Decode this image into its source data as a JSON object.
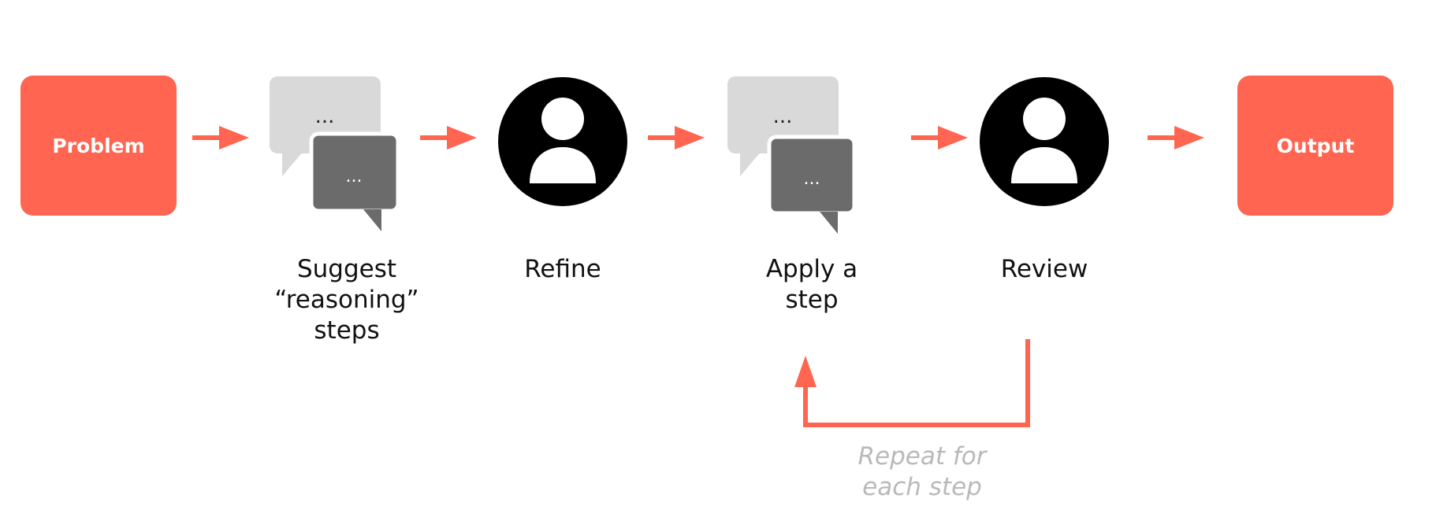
{
  "nodes": {
    "problem": {
      "label": "Problem"
    },
    "suggest": {
      "line1": "Suggest",
      "line2": "“reasoning”",
      "line3": "steps",
      "bubble_back": "...",
      "bubble_front": "..."
    },
    "refine": {
      "label": "Refine"
    },
    "apply": {
      "line1": "Apply a",
      "line2": "step",
      "bubble_back": "...",
      "bubble_front": "..."
    },
    "review": {
      "label": "Review"
    },
    "output": {
      "label": "Output"
    }
  },
  "loop": {
    "line1": "Repeat for",
    "line2": "each step"
  },
  "colors": {
    "accent": "#ff6550",
    "bubble_light": "#d9d9d9",
    "bubble_dark": "#6b6b6b",
    "person": "#000000",
    "loop_text": "#b9b9b9"
  },
  "icons": {
    "person": "person-icon",
    "bubbles": "chat-bubbles-icon",
    "arrow": "arrow-right-icon"
  }
}
